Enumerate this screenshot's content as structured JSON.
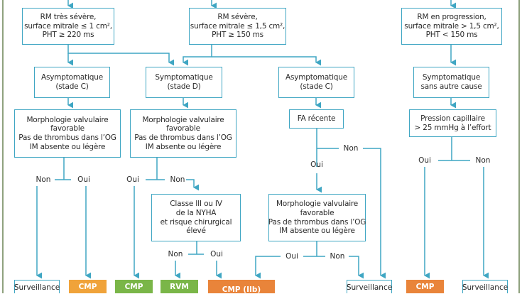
{
  "colors": {
    "connector": "#3fa6c3",
    "box_border": "#3fa6c3",
    "frame": "#8fa27e",
    "cmp_orange_light": "#f0a33a",
    "cmp_orange": "#e9843a",
    "green": "#7ab648"
  },
  "top": {
    "very_severe": [
      "RM très sévère,",
      "surface mitrale ≤ 1 cm²,",
      "PHT ≥ 220 ms"
    ],
    "severe": [
      "RM sévère,",
      "surface mitrale ≤ 1,5 cm²,",
      "PHT ≥ 150 ms"
    ],
    "progression": [
      "RM en progression,",
      "surface mitrale > 1,5 cm²,",
      "PHT < 150 ms"
    ]
  },
  "stage": {
    "asympt_c1": [
      "Asymptomatique",
      "(stade C)"
    ],
    "sympt_d": [
      "Symptomatique",
      "(stade D)"
    ],
    "asympt_c2": [
      "Asymptomatique",
      "(stade C)"
    ],
    "sympt_other": [
      "Symptomatique",
      "sans autre cause"
    ]
  },
  "criteria": {
    "morpho1": [
      "Morphologie valvulaire",
      "favorable",
      "Pas de thrombus dans l’OG",
      "IM absente ou légère"
    ],
    "morpho2": [
      "Morphologie valvulaire",
      "favorable",
      "Pas de thrombus dans l’OG",
      "IM absente ou légère"
    ],
    "fa": [
      "FA récente"
    ],
    "pression": [
      "Pression capillaire",
      "> 25 mmHg à l’effort"
    ],
    "nyha": [
      "Classe III ou IV",
      "de la NYHA",
      "et risque chirurgical",
      "élevé"
    ],
    "morpho3": [
      "Morphologie valvulaire",
      "favorable",
      "Pas de thrombus dans l’OG",
      "IM absente ou légère"
    ]
  },
  "labels": {
    "non": "Non",
    "oui": "Oui"
  },
  "outcomes": {
    "surv1": "Surveillance",
    "cmp1": "CMP",
    "cmp2": "CMP",
    "rvm": "RVM",
    "cmp_iib": "CMP (IIb)",
    "surv2": "Surveillance",
    "cmp3": "CMP",
    "surv3": "Surveillance"
  }
}
